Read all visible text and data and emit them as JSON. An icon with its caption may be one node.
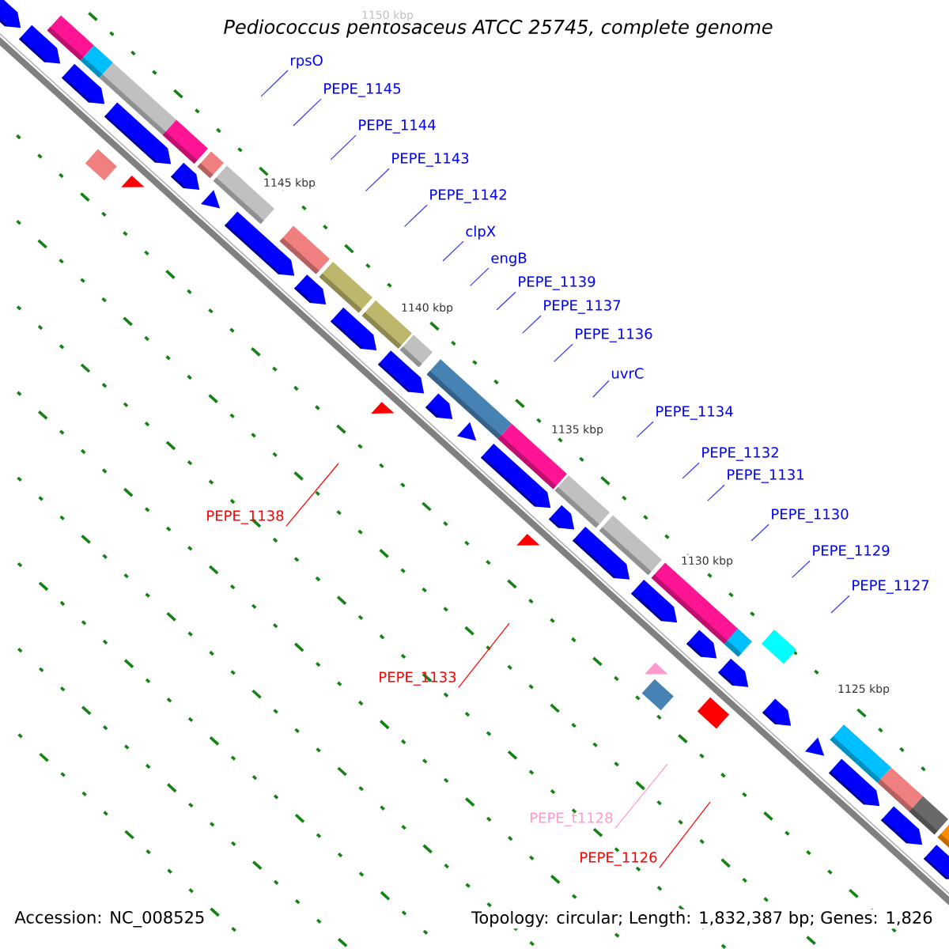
{
  "diagram": {
    "title": "Pediococcus pentosaceus ATCC 25745, complete genome",
    "nodes": [
      {
        "text": [
          "rpsO"
        ]
      },
      {
        "text": [
          "PEPE_1145"
        ]
      },
      {
        "text": [
          "PEPE_1144"
        ]
      },
      {
        "text": [
          "PEPE_1143"
        ]
      },
      {
        "text": [
          "PEPE_1142"
        ]
      },
      {
        "text": [
          "clpX"
        ]
      },
      {
        "text": [
          "engB"
        ]
      },
      {
        "text": [
          "PEPE_1139"
        ]
      },
      {
        "text": [
          "PEPE_1137"
        ]
      },
      {
        "text": [
          "PEPE_1136"
        ]
      },
      {
        "text": [
          "uvrC"
        ]
      },
      {
        "text": [
          "PEPE_1134"
        ]
      },
      {
        "text": [
          "PEPE_1132"
        ]
      },
      {
        "text": [
          "PEPE_1131"
        ]
      },
      {
        "text": [
          "PEPE_1130"
        ]
      },
      {
        "text": [
          "PEPE_1138"
        ]
      },
      {
        "text": [
          "PEPE_1129"
        ]
      },
      {
        "text": [
          "PEPE_1127"
        ]
      },
      {
        "text": [
          "PEPE_1133"
        ]
      },
      {
        "text": [
          "PEPE_t1128"
        ]
      },
      {
        "text": [
          "PEPE_1126"
        ]
      }
    ],
    "edges": [
      {
        "from": 0,
        "to": null,
        "arrow": "none"
      },
      {
        "from": 1,
        "to": null,
        "arrow": "none"
      },
      {
        "from": 2,
        "to": null,
        "arrow": "none"
      },
      {
        "from": 3,
        "to": null,
        "arrow": "none"
      },
      {
        "from": 4,
        "to": null,
        "arrow": "none"
      },
      {
        "from": 5,
        "to": null,
        "arrow": "none"
      },
      {
        "from": 6,
        "to": null,
        "arrow": "none"
      },
      {
        "from": 7,
        "to": null,
        "arrow": "none"
      },
      {
        "from": 8,
        "to": null,
        "arrow": "none"
      },
      {
        "from": 9,
        "to": null,
        "arrow": "none"
      },
      {
        "from": 10,
        "to": null,
        "arrow": "none"
      },
      {
        "from": 11,
        "to": null,
        "arrow": "none"
      },
      {
        "from": 12,
        "to": null,
        "arrow": "none"
      },
      {
        "from": 13,
        "to": null,
        "arrow": "none"
      },
      {
        "from": 14,
        "to": null,
        "arrow": "none"
      },
      {
        "from": 15,
        "to": null,
        "arrow": "none",
        "color": "#ff0000"
      },
      {
        "from": 16,
        "to": null,
        "arrow": "none"
      },
      {
        "from": 17,
        "to": null,
        "arrow": "none"
      },
      {
        "from": 18,
        "to": null,
        "arrow": "none",
        "color": "#ff0000"
      },
      {
        "from": 19,
        "to": null,
        "arrow": "none",
        "color": "#ff99cc"
      },
      {
        "from": 20,
        "to": null,
        "arrow": "none",
        "color": "#ff0000"
      }
    ],
    "labels": [
      "1150 kbp",
      "1145 kbp",
      "1140 kbp",
      "1135 kbp",
      "1130 kbp",
      "1125 kbp",
      "Accession: NC_008525",
      "Topology: circular; Length: 1,832,387 bp; Genes: 1,826"
    ]
  }
}
